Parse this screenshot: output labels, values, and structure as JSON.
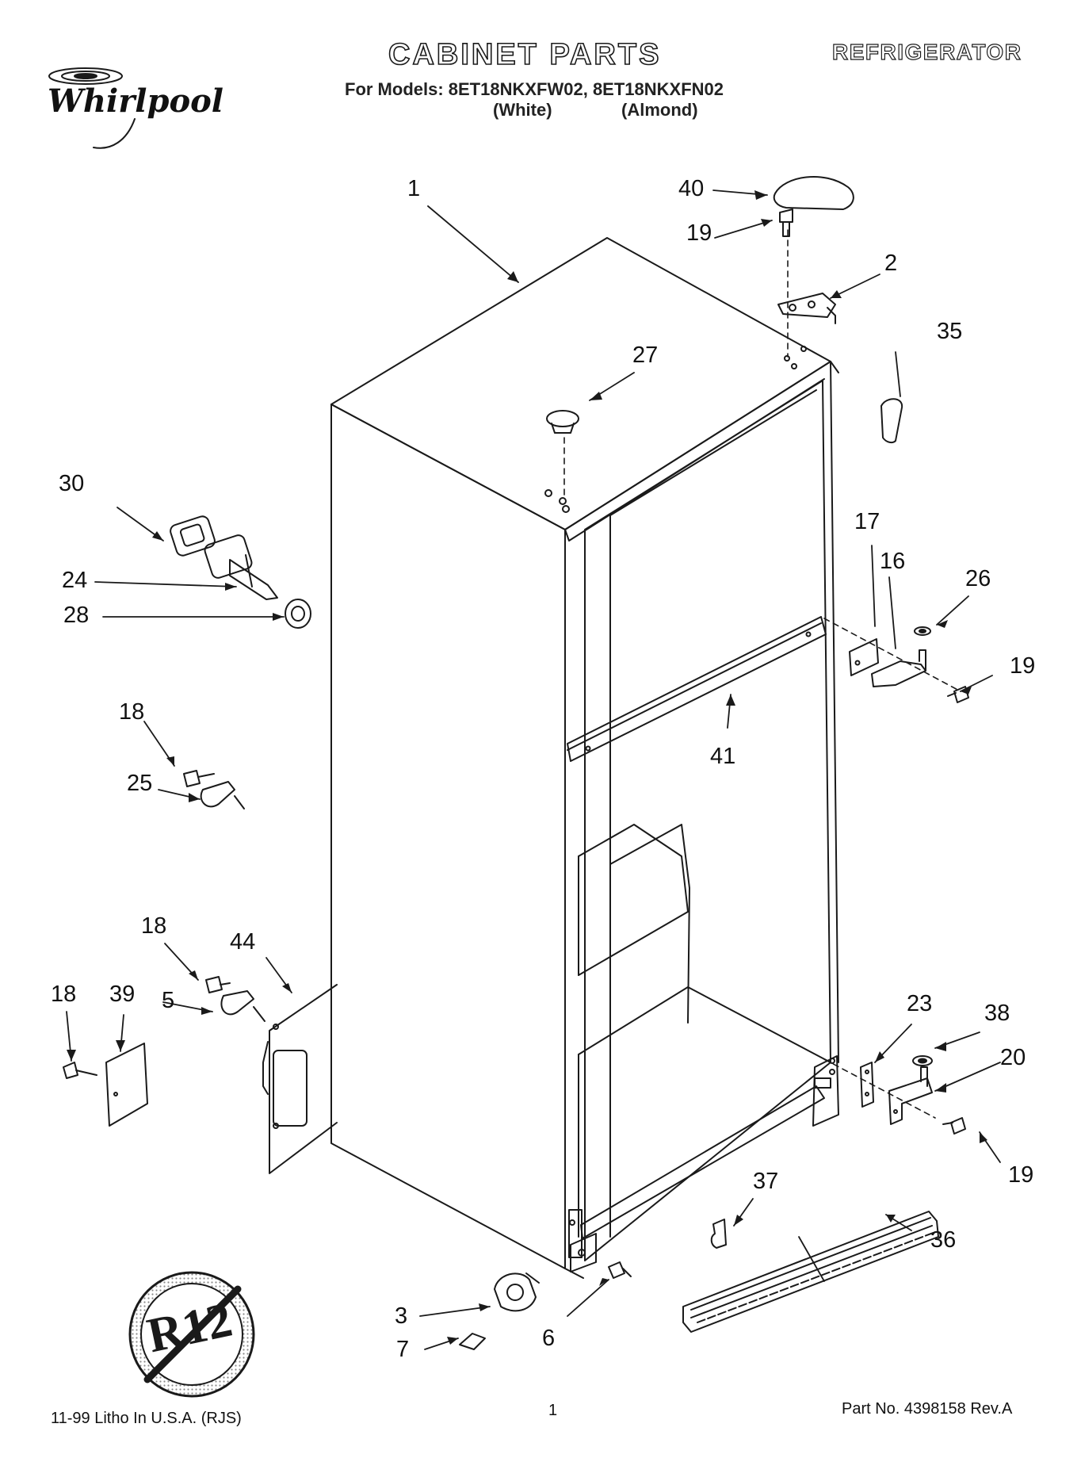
{
  "header": {
    "title": "CABINET PARTS",
    "category": "REFRIGERATOR",
    "models_line": "For Models: 8ET18NKXFW02, 8ET18NKXFN02",
    "variant_white": "(White)",
    "variant_almond": "(Almond)"
  },
  "brand": {
    "logo_text": "Whirlpool"
  },
  "callouts": {
    "c1": "1",
    "c2": "2",
    "c3": "3",
    "c5": "5",
    "c6": "6",
    "c7": "7",
    "c16": "16",
    "c17": "17",
    "c18a": "18",
    "c18b": "18",
    "c18c": "18",
    "c19a": "19",
    "c19b": "19",
    "c19c": "19",
    "c20": "20",
    "c23": "23",
    "c24": "24",
    "c25": "25",
    "c26": "26",
    "c27": "27",
    "c28": "28",
    "c30": "30",
    "c35": "35",
    "c36": "36",
    "c37": "37",
    "c38": "38",
    "c39": "39",
    "c40": "40",
    "c41": "41",
    "c44": "44"
  },
  "badge": {
    "text": "R12"
  },
  "footer": {
    "litho": "11-99 Litho In U.S.A. (RJS)",
    "page": "1",
    "part_no": "Part No. 4398158 Rev.A"
  },
  "colors": {
    "ink": "#1a1a1a",
    "paper": "#ffffff",
    "badge_dots": "#bdbdbd"
  }
}
